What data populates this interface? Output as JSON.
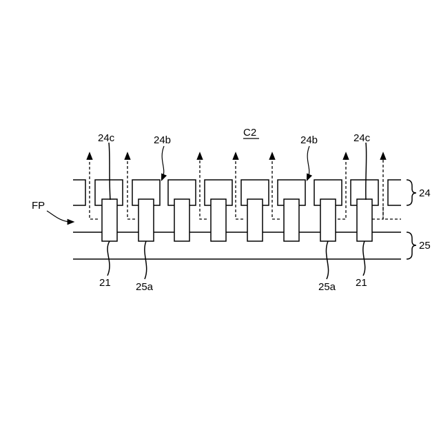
{
  "figure_label": "C2",
  "labels": {
    "left_24c": "24c",
    "left_24b": "24b",
    "right_24b": "24b",
    "right_24c": "24c",
    "fp": "FP",
    "ref_24": "24",
    "ref_25": "25",
    "left_21": "21",
    "left_25a": "25a",
    "right_25a": "25a",
    "right_21": "21"
  }
}
